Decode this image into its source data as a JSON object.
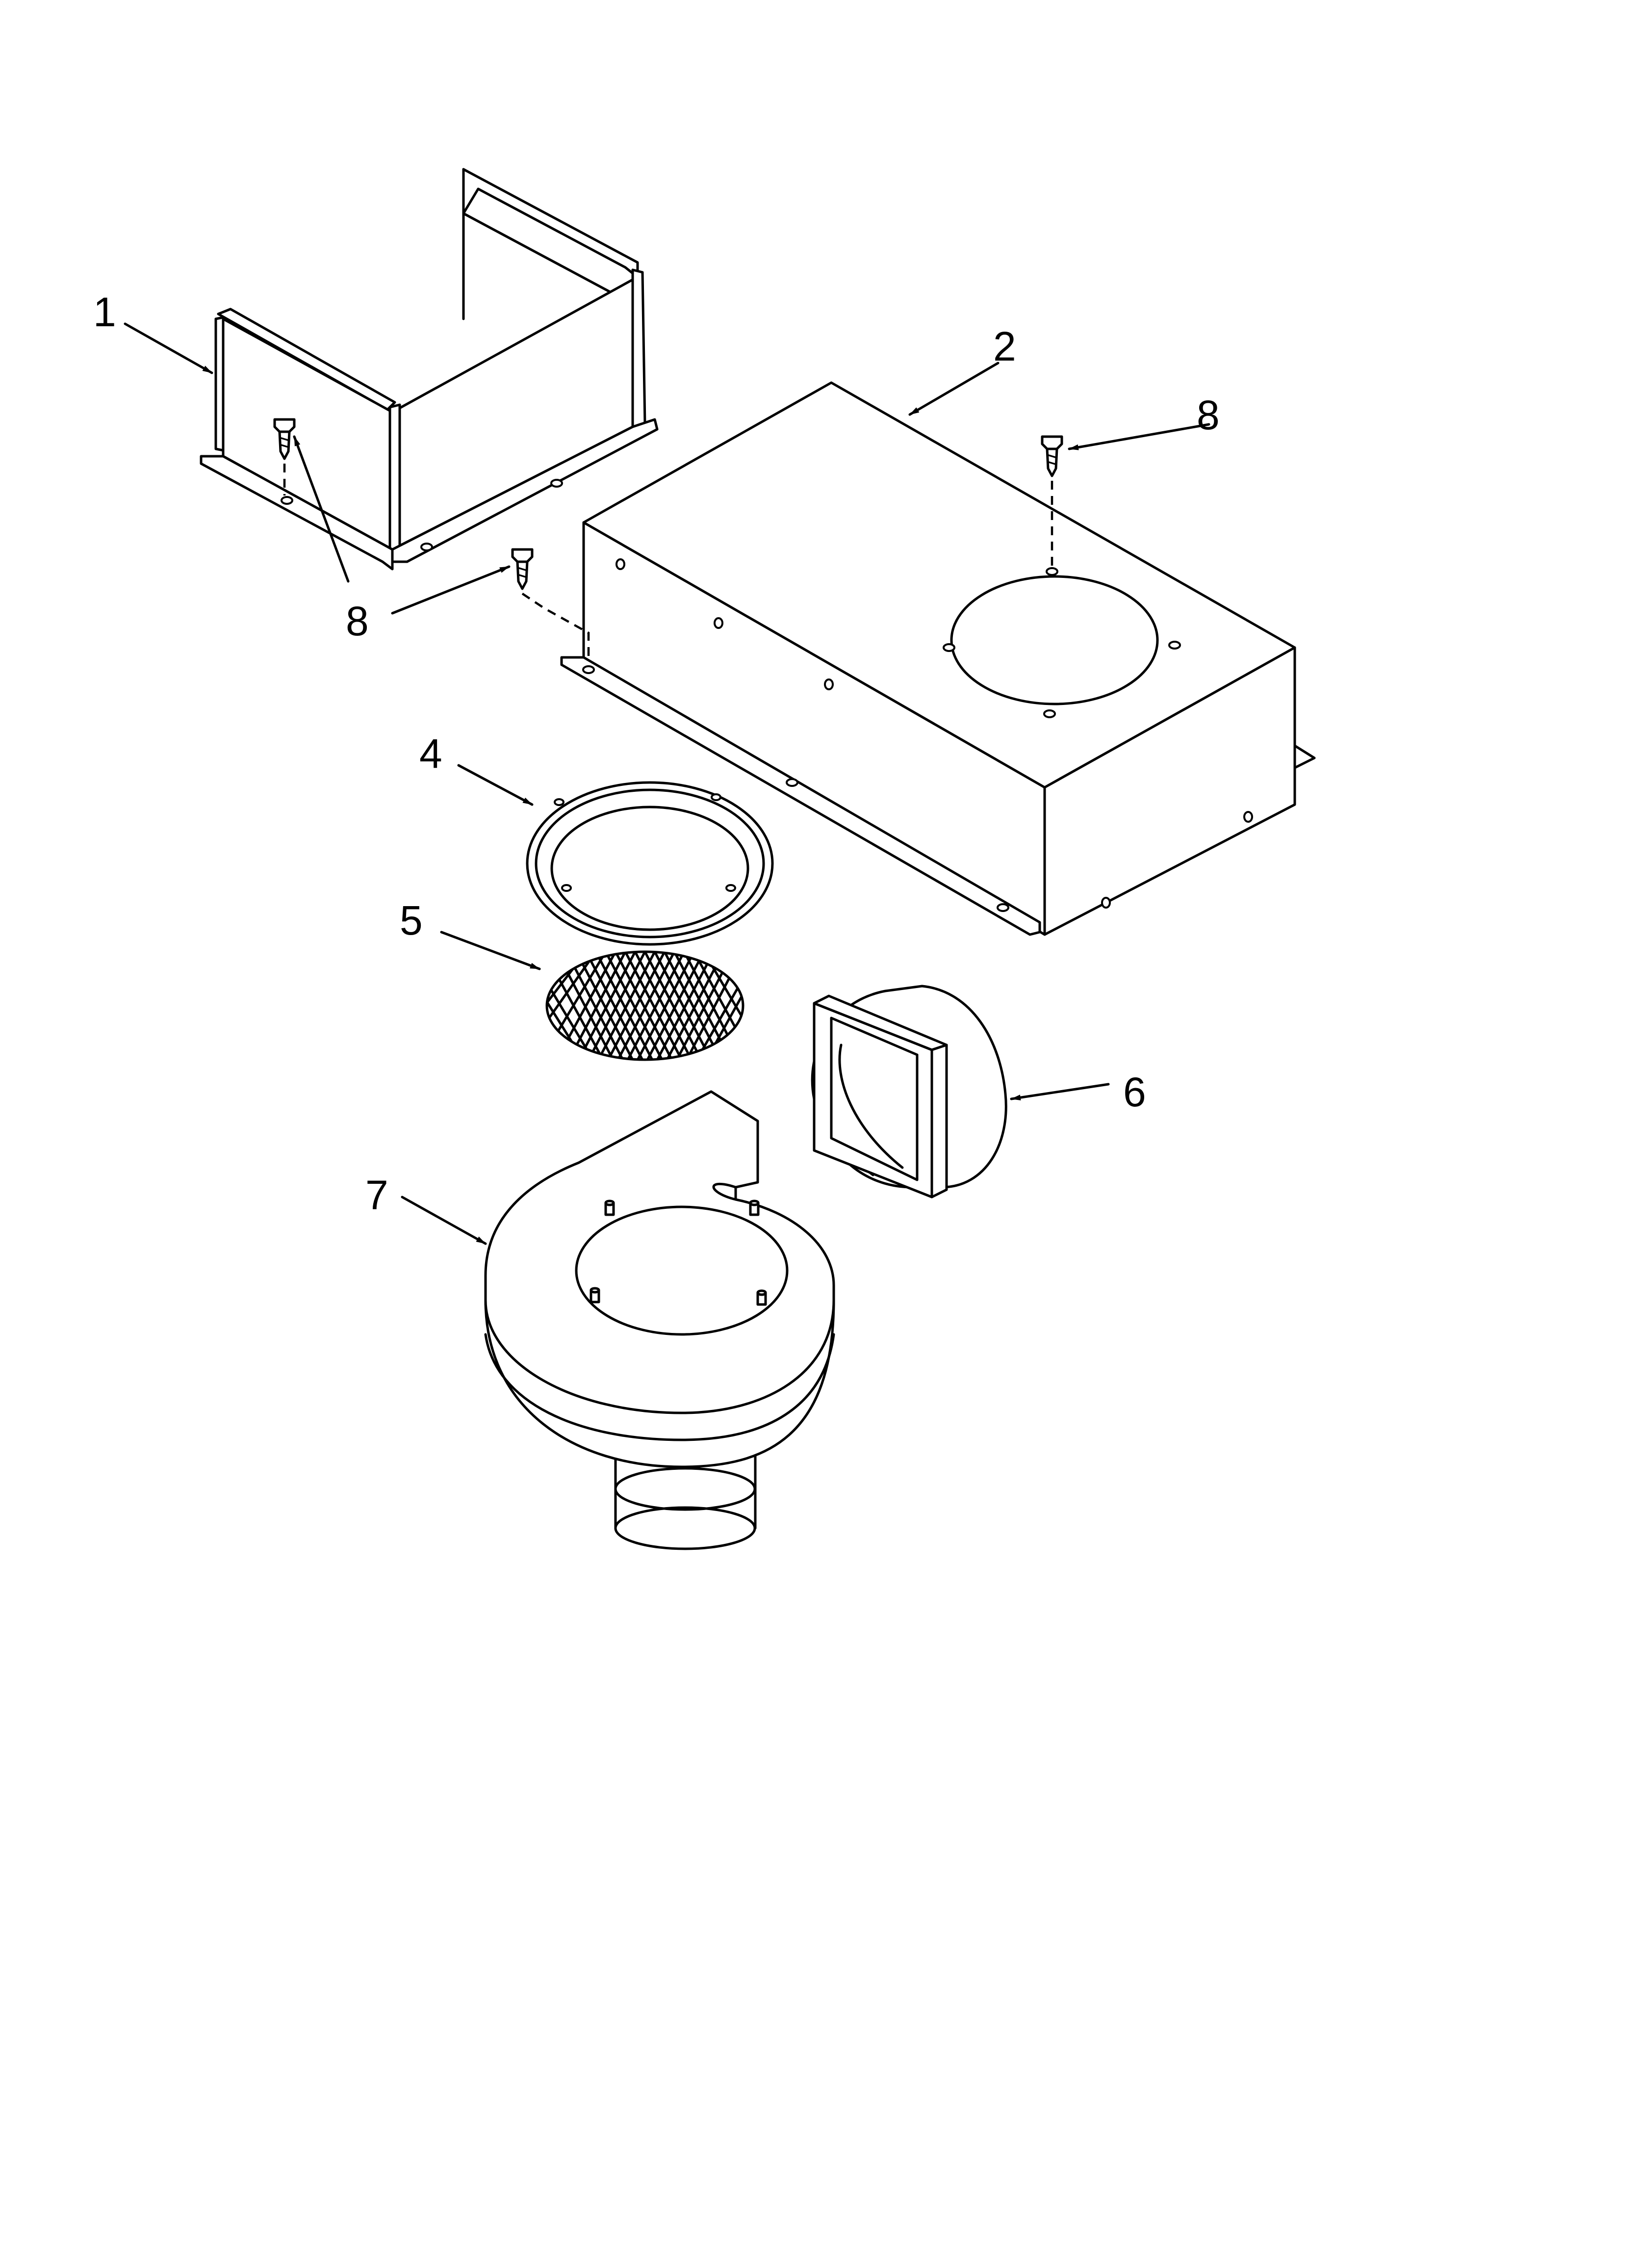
{
  "callouts": [
    {
      "id": "1",
      "label": "1"
    },
    {
      "id": "2",
      "label": "2"
    },
    {
      "id": "8a",
      "label": "8"
    },
    {
      "id": "8b",
      "label": "8"
    },
    {
      "id": "4",
      "label": "4"
    },
    {
      "id": "5",
      "label": "5"
    },
    {
      "id": "6",
      "label": "6"
    },
    {
      "id": "7",
      "label": "7"
    }
  ],
  "colors": {
    "line": "#000000",
    "background": "#ffffff"
  }
}
